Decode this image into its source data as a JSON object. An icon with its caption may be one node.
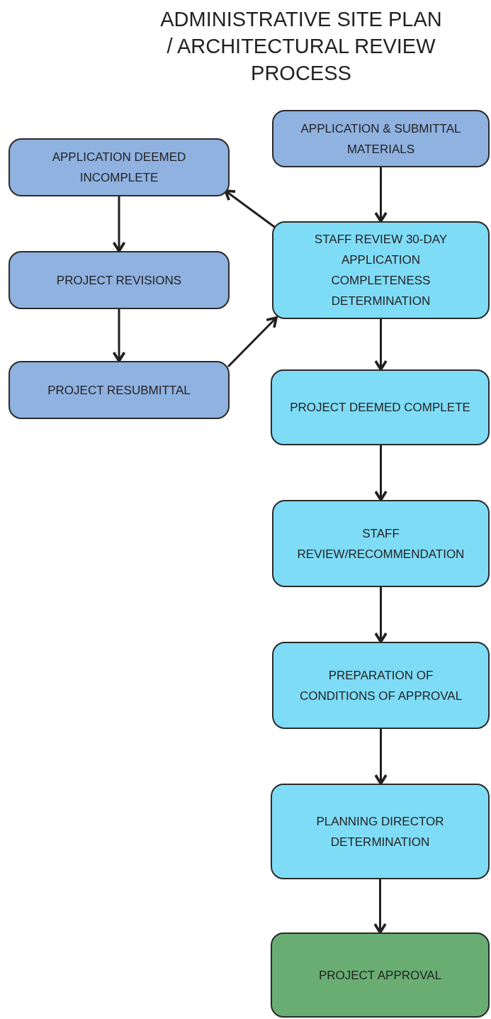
{
  "diagram": {
    "title": "ADMINISTRATIVE SITE PLAN / ARCHITECTURAL REVIEW PROCESS",
    "nodes": [
      {
        "text": [
          "APPLICATION & SUBMITTAL MATERIALS"
        ]
      },
      {
        "text": [
          "APPLICATION DEEMED INCOMPLETE"
        ]
      },
      {
        "text": [
          "STAFF REVIEW 30-DAY APPLICATION COMPLETENESS DETERMINATION"
        ]
      },
      {
        "text": [
          "PROJECT REVISIONS"
        ]
      },
      {
        "text": [
          "PROJECT RESUBMITTAL"
        ]
      },
      {
        "text": [
          "PROJECT DEEMED COMPLETE"
        ]
      },
      {
        "text": [
          "STAFF REVIEW/RECOMMENDATION"
        ]
      },
      {
        "text": [
          "PREPARATION OF CONDITIONS OF APPROVAL"
        ]
      },
      {
        "text": [
          "PLANNING DIRECTOR DETERMINATION"
        ]
      },
      {
        "text": [
          "PROJECT APPROVAL"
        ]
      }
    ],
    "edges": [
      {
        "from": 0,
        "to": 2,
        "arrow": "to"
      },
      {
        "from": 2,
        "to": 1,
        "arrow": "to"
      },
      {
        "from": 1,
        "to": 3,
        "arrow": "to"
      },
      {
        "from": 3,
        "to": 4,
        "arrow": "to"
      },
      {
        "from": 4,
        "to": 2,
        "arrow": "to"
      },
      {
        "from": 2,
        "to": 5,
        "arrow": "to"
      },
      {
        "from": 5,
        "to": 6,
        "arrow": "to"
      },
      {
        "from": 6,
        "to": 7,
        "arrow": "to"
      },
      {
        "from": 7,
        "to": 8,
        "arrow": "to"
      },
      {
        "from": 8,
        "to": 9,
        "arrow": "to"
      }
    ]
  }
}
